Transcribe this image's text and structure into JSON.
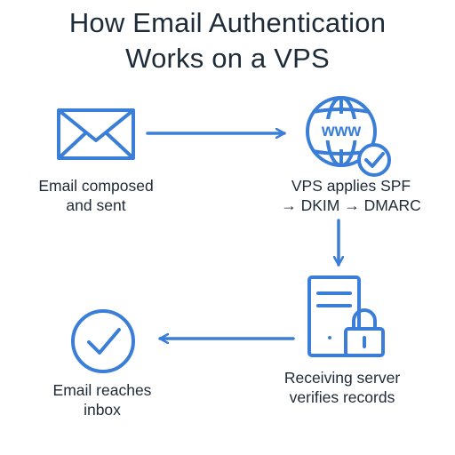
{
  "title": {
    "line1": "How Email Authentication",
    "line2": "Works on a VPS"
  },
  "steps": [
    {
      "icon": "envelope-icon",
      "line1": "Email composed",
      "line2": "and sent"
    },
    {
      "icon": "globe-www-icon",
      "badge_text": "www",
      "line1": "VPS applies SPF",
      "line2": "→ DKIM → DMARC"
    },
    {
      "icon": "server-lock-icon",
      "line1": "Receiving server",
      "line2": "verifies records"
    },
    {
      "icon": "check-circle-icon",
      "line1": "Email reaches",
      "line2": "inbox"
    }
  ],
  "colors": {
    "accent": "#3b7ed8",
    "text": "#1f2a37"
  }
}
